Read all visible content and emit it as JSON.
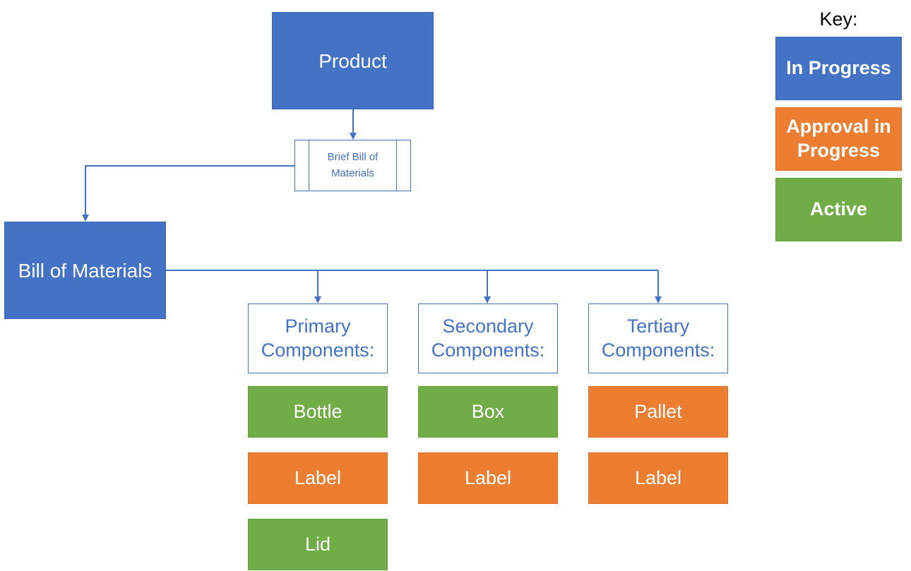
{
  "diagram": {
    "product": "Product",
    "brief_bom": "Brief Bill of Materials",
    "bom": "Bill of Materials",
    "groups": [
      {
        "heading": "Primary Components:",
        "items": [
          {
            "label": "Bottle",
            "status": "active"
          },
          {
            "label": "Label",
            "status": "approval"
          },
          {
            "label": "Lid",
            "status": "active"
          }
        ]
      },
      {
        "heading": "Secondary Components:",
        "items": [
          {
            "label": "Box",
            "status": "active"
          },
          {
            "label": "Label",
            "status": "approval"
          }
        ]
      },
      {
        "heading": "Tertiary Components:",
        "items": [
          {
            "label": "Pallet",
            "status": "approval"
          },
          {
            "label": "Label",
            "status": "approval"
          }
        ]
      }
    ]
  },
  "key": {
    "title": "Key:",
    "in_progress": "In Progress",
    "approval": "Approval in Progress",
    "active": "Active"
  },
  "colors": {
    "in_progress": "#4472c4",
    "approval": "#ed7d31",
    "active": "#70ad47",
    "connector": "#4472c4"
  }
}
